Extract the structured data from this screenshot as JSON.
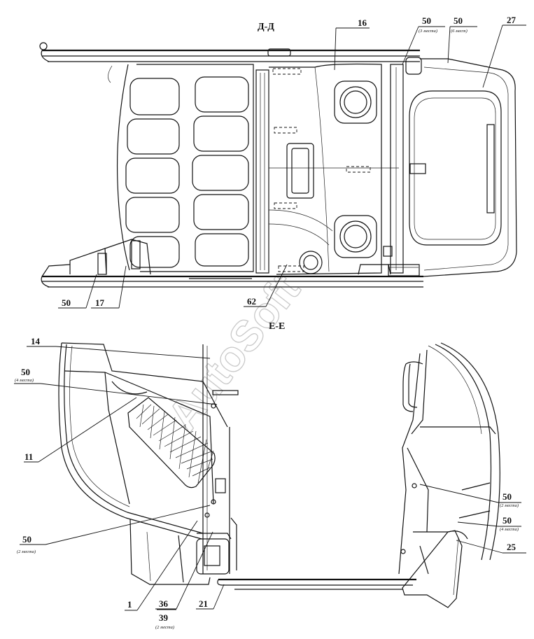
{
  "sections": {
    "top": "Д-Д",
    "bottom": "Е-Е"
  },
  "watermark": "AutoSoft",
  "callouts": {
    "c16": "16",
    "c50_top_a": "50",
    "c50_top_a_note": "(3 места)",
    "c50_top_b": "50",
    "c50_top_b_note": "(6 мест)",
    "c27": "27",
    "c50_left": "50",
    "c17": "17",
    "c62": "62",
    "c14": "14",
    "c50_mid": "50",
    "c50_mid_note": "(4 места)",
    "c11": "11",
    "c50_low": "50",
    "c50_low_note": "(2 места)",
    "c1": "1",
    "c36": "36",
    "c39": "39",
    "c39_note": "(2 места)",
    "c21": "21",
    "c50_right_a": "50",
    "c50_right_a_note": "(2 места)",
    "c50_right_b": "50",
    "c50_right_b_note": "(4 места)",
    "c25": "25"
  }
}
